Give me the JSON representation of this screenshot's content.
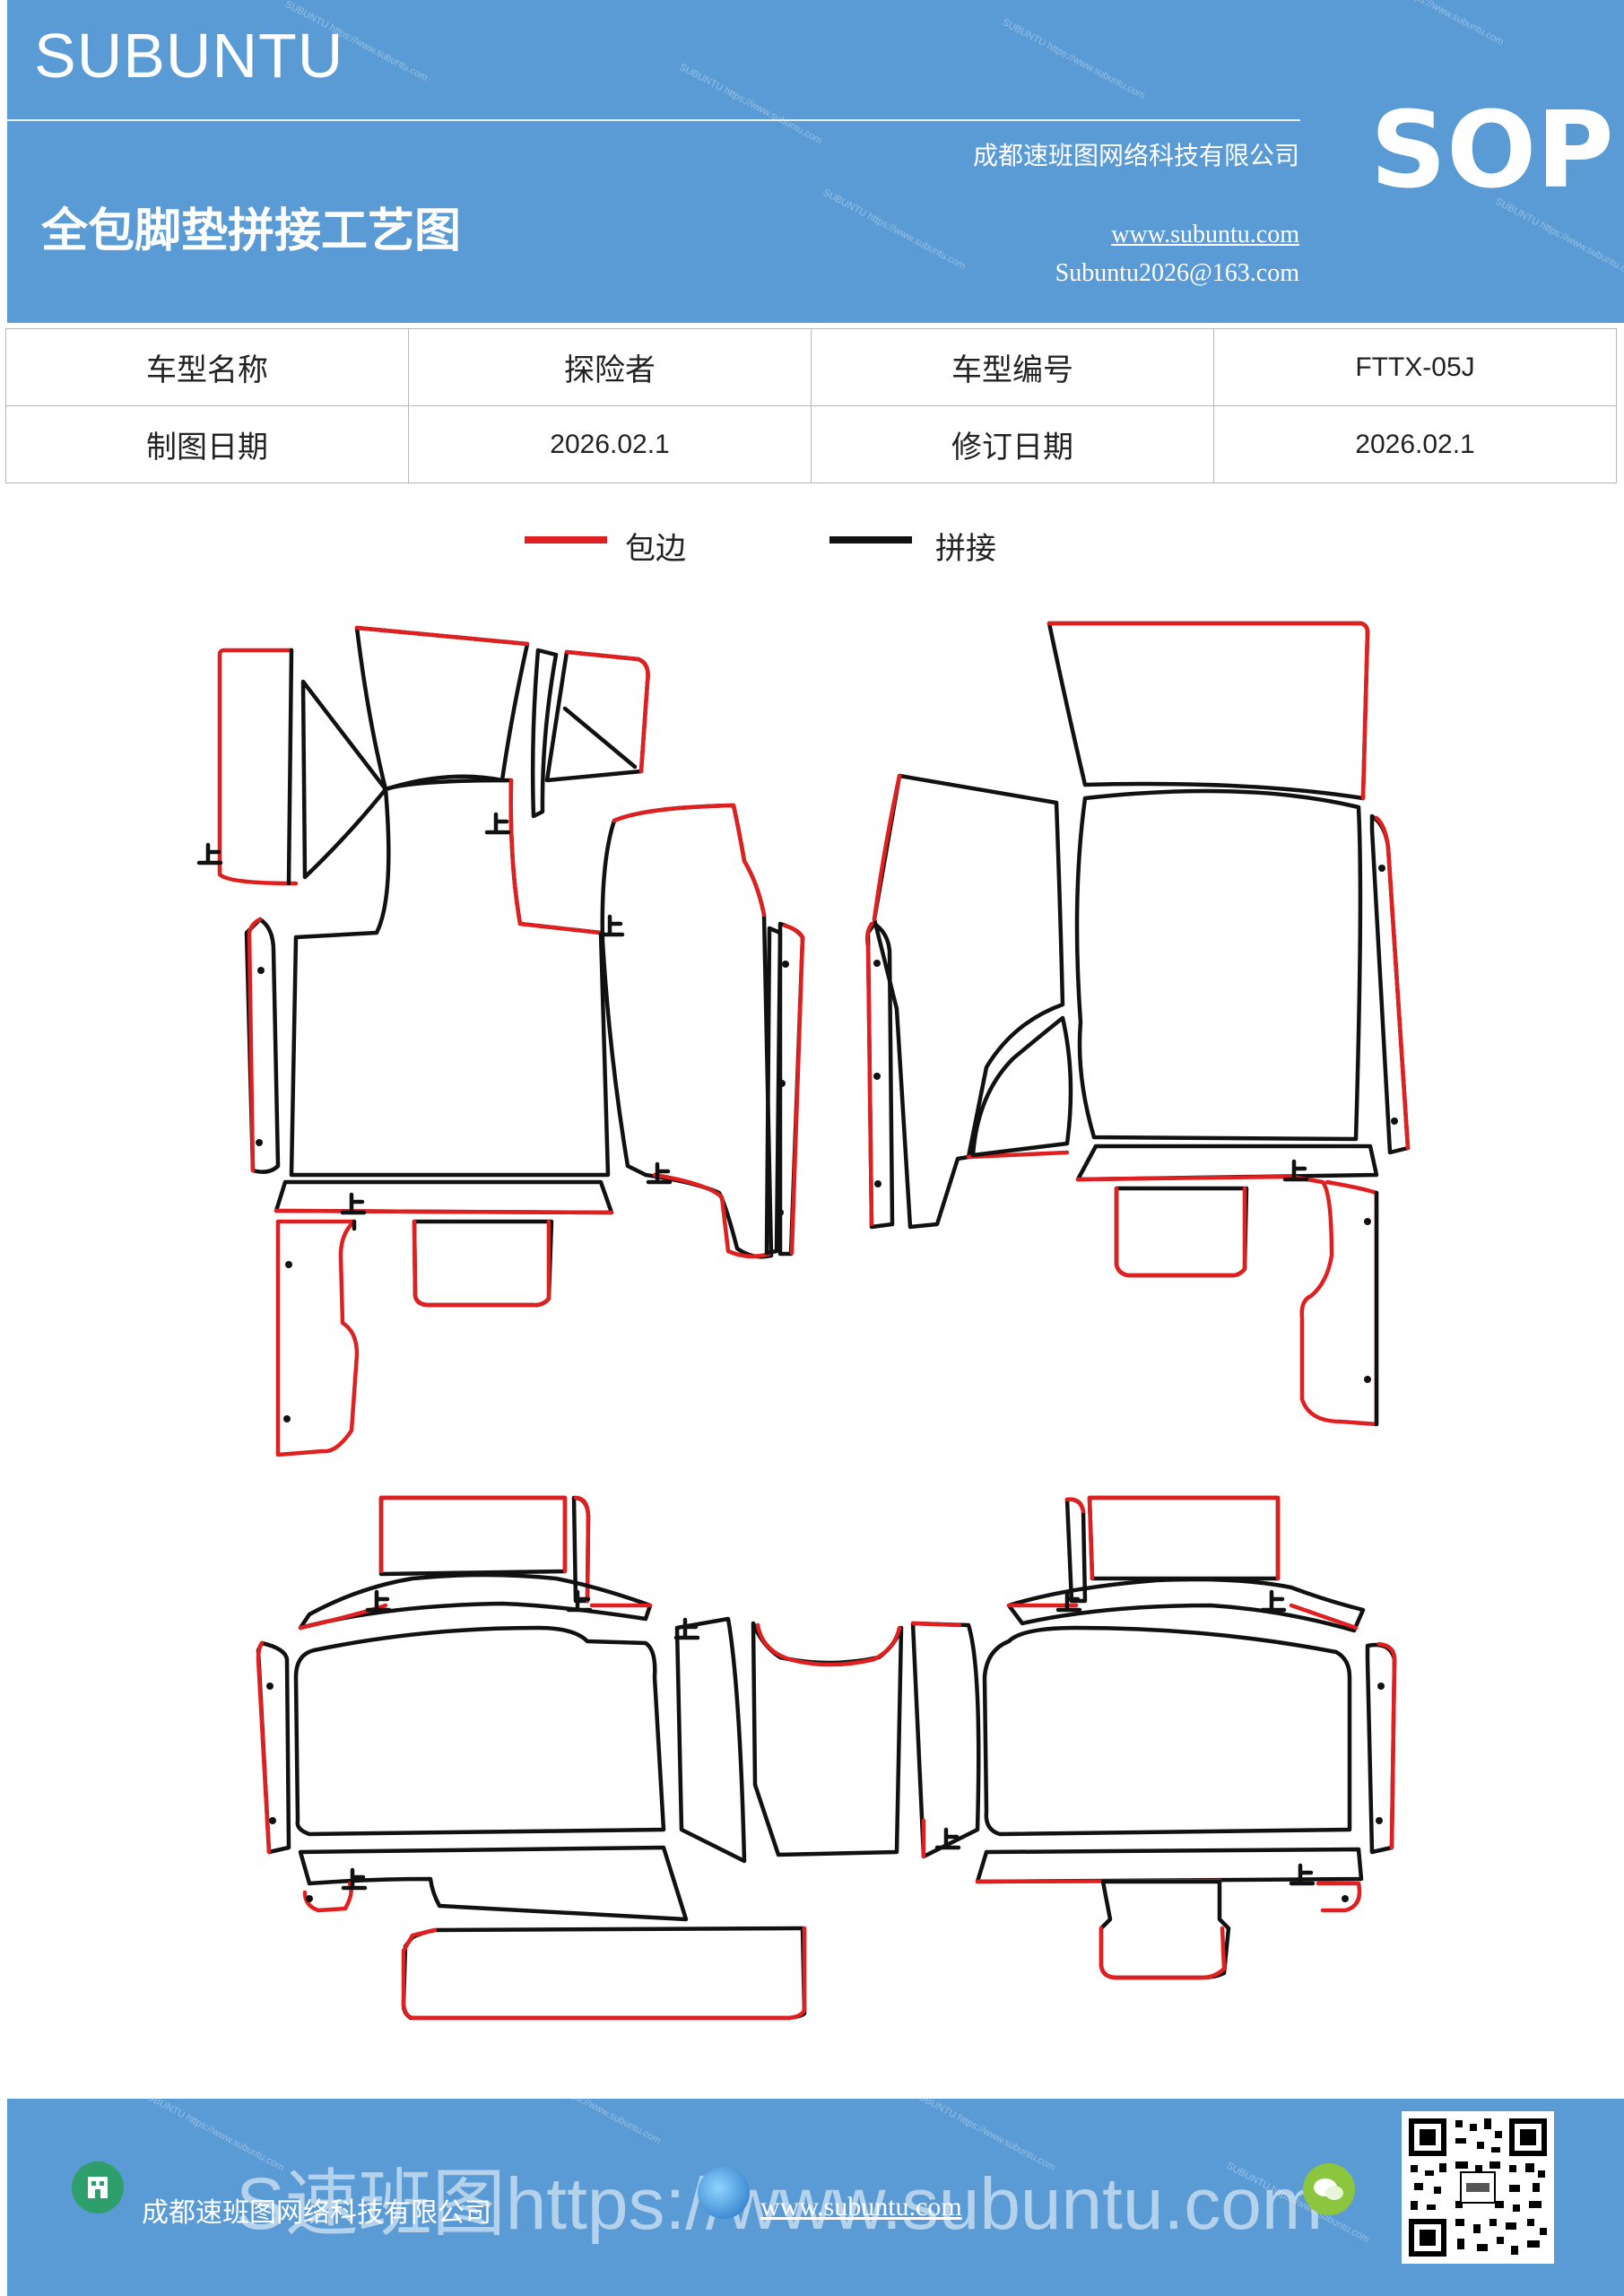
{
  "header": {
    "brand": "SUBUNTU",
    "title": "全包脚垫拼接工艺图",
    "company": "成都速班图网络科技有限公司",
    "website": "www.subuntu.com",
    "email": "Subuntu2026@163.com",
    "badge": "SOP",
    "background_color": "#5b9bd5"
  },
  "info_table": {
    "row1": {
      "label1": "车型名称",
      "value1": "探险者",
      "label2": "车型编号",
      "value2": "FTTX-05J"
    },
    "row2": {
      "label1": "制图日期",
      "value1": "2026.02.1",
      "label2": "修订日期",
      "value2": "2026.02.1"
    }
  },
  "legend": {
    "items": [
      {
        "label": "包边",
        "color": "#e02020"
      },
      {
        "label": "拼接",
        "color": "#111111"
      }
    ]
  },
  "footer": {
    "company": "成都速班图网络科技有限公司",
    "website": "www.subuntu.com",
    "overlay_text": "S速班图https://www.subuntu.com",
    "icons": [
      "building-icon",
      "globe-icon",
      "wechat-icon",
      "qr-code"
    ]
  },
  "watermark": "SUBUNTU https://www.subuntu.com"
}
